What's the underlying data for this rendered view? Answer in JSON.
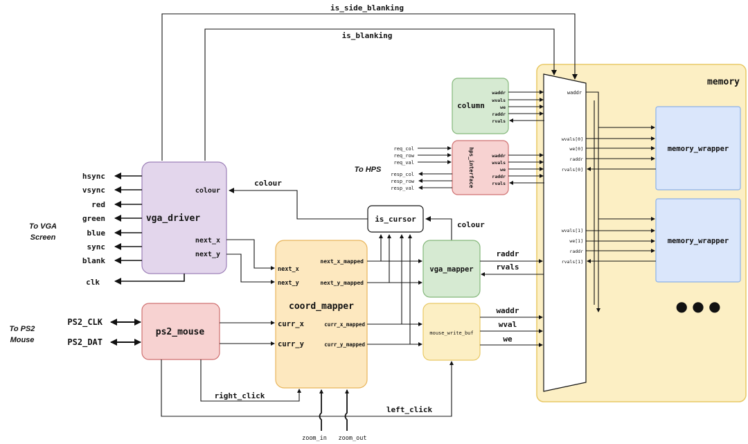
{
  "signals_top": {
    "is_side_blanking": "is_side_blanking",
    "is_blanking": "is_blanking"
  },
  "memory": {
    "title": "memory",
    "wrapper_1": "memory_wrapper",
    "wrapper_2": "memory_wrapper",
    "ellipsis": "● ● ●",
    "mux_waddr": "waddr",
    "w1_ports": [
      "wvals[0]",
      "we[0]",
      "raddr",
      "rvals[0]"
    ],
    "w2_ports": [
      "wvals[1]",
      "we[1]",
      "raddr",
      "rvals[1]"
    ]
  },
  "column": {
    "title": "column",
    "ports": [
      "waddr",
      "wvals",
      "we",
      "raddr",
      "rvals"
    ]
  },
  "hps": {
    "title": "hps_interface",
    "inputs": [
      "req_col",
      "req_row",
      "req_val"
    ],
    "outputs": [
      "resp_col",
      "resp_row",
      "resp_val"
    ],
    "ports": [
      "waddr",
      "wvals",
      "we",
      "raddr",
      "rvals"
    ],
    "annotation": "To HPS"
  },
  "vga_driver": {
    "title": "vga_driver",
    "port_colour": "colour",
    "port_next_x": "next_x",
    "port_next_y": "next_y",
    "outputs": [
      "hsync",
      "vsync",
      "red",
      "green",
      "blue",
      "sync",
      "blank"
    ],
    "clk": "clk",
    "annotation_line1": "To VGA",
    "annotation_line2": "Screen"
  },
  "colour_label": "colour",
  "is_cursor": {
    "title": "is_cursor",
    "colour_label": "colour"
  },
  "vga_mapper": {
    "title": "vga_mapper",
    "raddr": "raddr",
    "rvals": "rvals"
  },
  "coord_mapper": {
    "title": "coord_mapper",
    "next_x": "next_x",
    "next_y": "next_y",
    "next_x_mapped": "next_x_mapped",
    "next_y_mapped": "next_y_mapped",
    "curr_x": "curr_x",
    "curr_y": "curr_y",
    "curr_x_mapped": "curr_x_mapped",
    "curr_y_mapped": "curr_y_mapped",
    "zoom_in": "zoom_in",
    "zoom_out": "zoom_out"
  },
  "mouse_write_buf": {
    "title": "mouse_write_buf",
    "waddr": "waddr",
    "wval": "wval",
    "we": "we"
  },
  "ps2_mouse": {
    "title": "ps2_mouse",
    "clk": "PS2_CLK",
    "dat": "PS2_DAT",
    "annotation_line1": "To PS2",
    "annotation_line2": "Mouse",
    "right_click": "right_click",
    "left_click": "left_click"
  },
  "colors": {
    "memory_fill": "#fcefc4",
    "memory_stroke": "#e8c865",
    "wrapper_fill": "#dae6fb",
    "wrapper_stroke": "#8ab0e8",
    "column_fill": "#d6ead2",
    "column_stroke": "#84b77a",
    "hps_fill": "#f7d2d1",
    "hps_stroke": "#cf7070",
    "vga_driver_fill": "#e3d6ec",
    "vga_driver_stroke": "#9d80b8",
    "vga_mapper_fill": "#d6ead2",
    "coord_fill": "#fde8bf",
    "coord_stroke": "#e8b45a",
    "ps2_fill": "#f7d2d1",
    "mwb_fill": "#fcefc4"
  }
}
